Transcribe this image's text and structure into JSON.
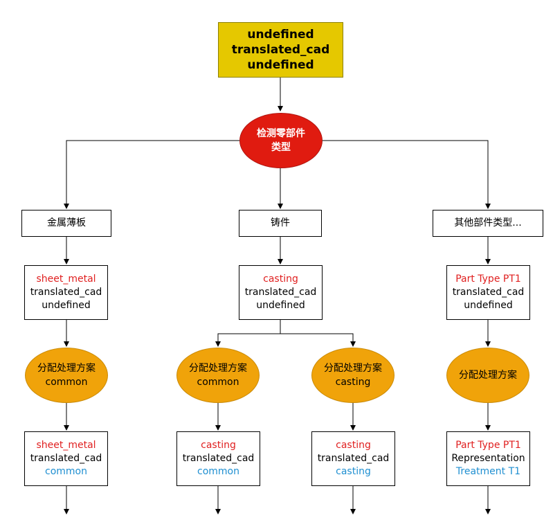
{
  "root": {
    "lines": [
      "undefined",
      "translated_cad",
      "undefined"
    ],
    "color": "#e5c800"
  },
  "detect": {
    "lines": [
      "检测零部件",
      "类型"
    ],
    "color": "#e01b10"
  },
  "types": [
    {
      "label": "金属薄板"
    },
    {
      "label": "铸件"
    },
    {
      "label": "其他部件类型..."
    }
  ],
  "infos": [
    {
      "lines": [
        "sheet_metal",
        "translated_cad",
        "undefined"
      ]
    },
    {
      "lines": [
        "casting",
        "translated_cad",
        "undefined"
      ]
    },
    {
      "lines": [
        "Part Type PT1",
        "translated_cad",
        "undefined"
      ]
    }
  ],
  "assigns": [
    {
      "lines": [
        "分配处理方案",
        "common"
      ]
    },
    {
      "lines": [
        "分配处理方案",
        "common"
      ]
    },
    {
      "lines": [
        "分配处理方案",
        "casting"
      ]
    },
    {
      "lines": [
        "分配处理方案"
      ]
    }
  ],
  "results": [
    {
      "lines": [
        "sheet_metal",
        "translated_cad",
        "common"
      ]
    },
    {
      "lines": [
        "casting",
        "translated_cad",
        "common"
      ]
    },
    {
      "lines": [
        "casting",
        "translated_cad",
        "casting"
      ]
    },
    {
      "lines": [
        "Part Type PT1",
        "Representation",
        "Treatment T1"
      ]
    }
  ],
  "colors": {
    "accent_red": "#e02020",
    "accent_blue": "#1f8fd1",
    "assign_fill": "#f0a30a"
  }
}
